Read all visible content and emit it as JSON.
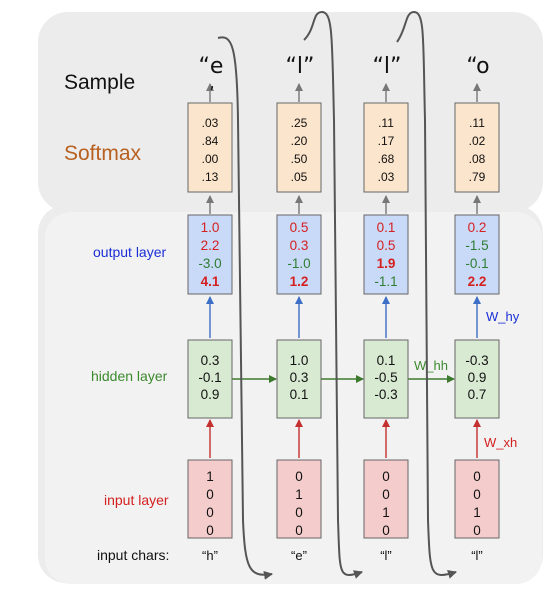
{
  "row_labels": {
    "sample": "Sample",
    "softmax": "Softmax",
    "output_layer": "output layer",
    "hidden_layer": "hidden layer",
    "input_layer": "input layer",
    "input_chars": "input chars:"
  },
  "weight_labels": {
    "w_hy": "W_hy",
    "w_hh": "W_hh",
    "w_xh": "W_xh"
  },
  "colors": {
    "softmax_text": "#b8601f",
    "output_text": "#1a2fd6",
    "hidden_text": "#3c8a2e",
    "input_text": "#d42020",
    "softmax_box_fill": "#fbe5cc",
    "output_box_fill": "#c9daf8",
    "hidden_box_fill": "#d9ead3",
    "input_box_fill": "#f4cccc",
    "panel_fill": "#ececec"
  },
  "columns": [
    {
      "sample": "“e",
      "sample_tail": ",",
      "softmax": [
        ".03",
        ".84",
        ".00",
        ".13"
      ],
      "output": [
        "1.0",
        "2.2",
        "-3.0",
        "4.1"
      ],
      "hidden": [
        "0.3",
        "-0.1",
        "0.9"
      ],
      "input": [
        "1",
        "0",
        "0",
        "0"
      ],
      "char": "“h”"
    },
    {
      "sample": "“l”",
      "sample_tail": "",
      "softmax": [
        ".25",
        ".20",
        ".50",
        ".05"
      ],
      "output": [
        "0.5",
        "0.3",
        "-1.0",
        "1.2"
      ],
      "hidden": [
        "1.0",
        "0.3",
        "0.1"
      ],
      "input": [
        "0",
        "1",
        "0",
        "0"
      ],
      "char": "“e”"
    },
    {
      "sample": "“l”",
      "sample_tail": "",
      "softmax": [
        ".11",
        ".17",
        ".68",
        ".03"
      ],
      "output": [
        "0.1",
        "0.5",
        "1.9",
        "-1.1"
      ],
      "hidden": [
        "0.1",
        "-0.5",
        "-0.3"
      ],
      "input": [
        "0",
        "0",
        "1",
        "0"
      ],
      "char": "“l”"
    },
    {
      "sample": "“o",
      "sample_tail": "",
      "softmax": [
        ".11",
        ".02",
        ".08",
        ".79"
      ],
      "output": [
        "0.2",
        "-1.5",
        "-0.1",
        "2.2"
      ],
      "hidden": [
        "-0.3",
        "0.9",
        "0.7"
      ],
      "input": [
        "0",
        "0",
        "1",
        "0"
      ],
      "char": "“l”"
    }
  ]
}
